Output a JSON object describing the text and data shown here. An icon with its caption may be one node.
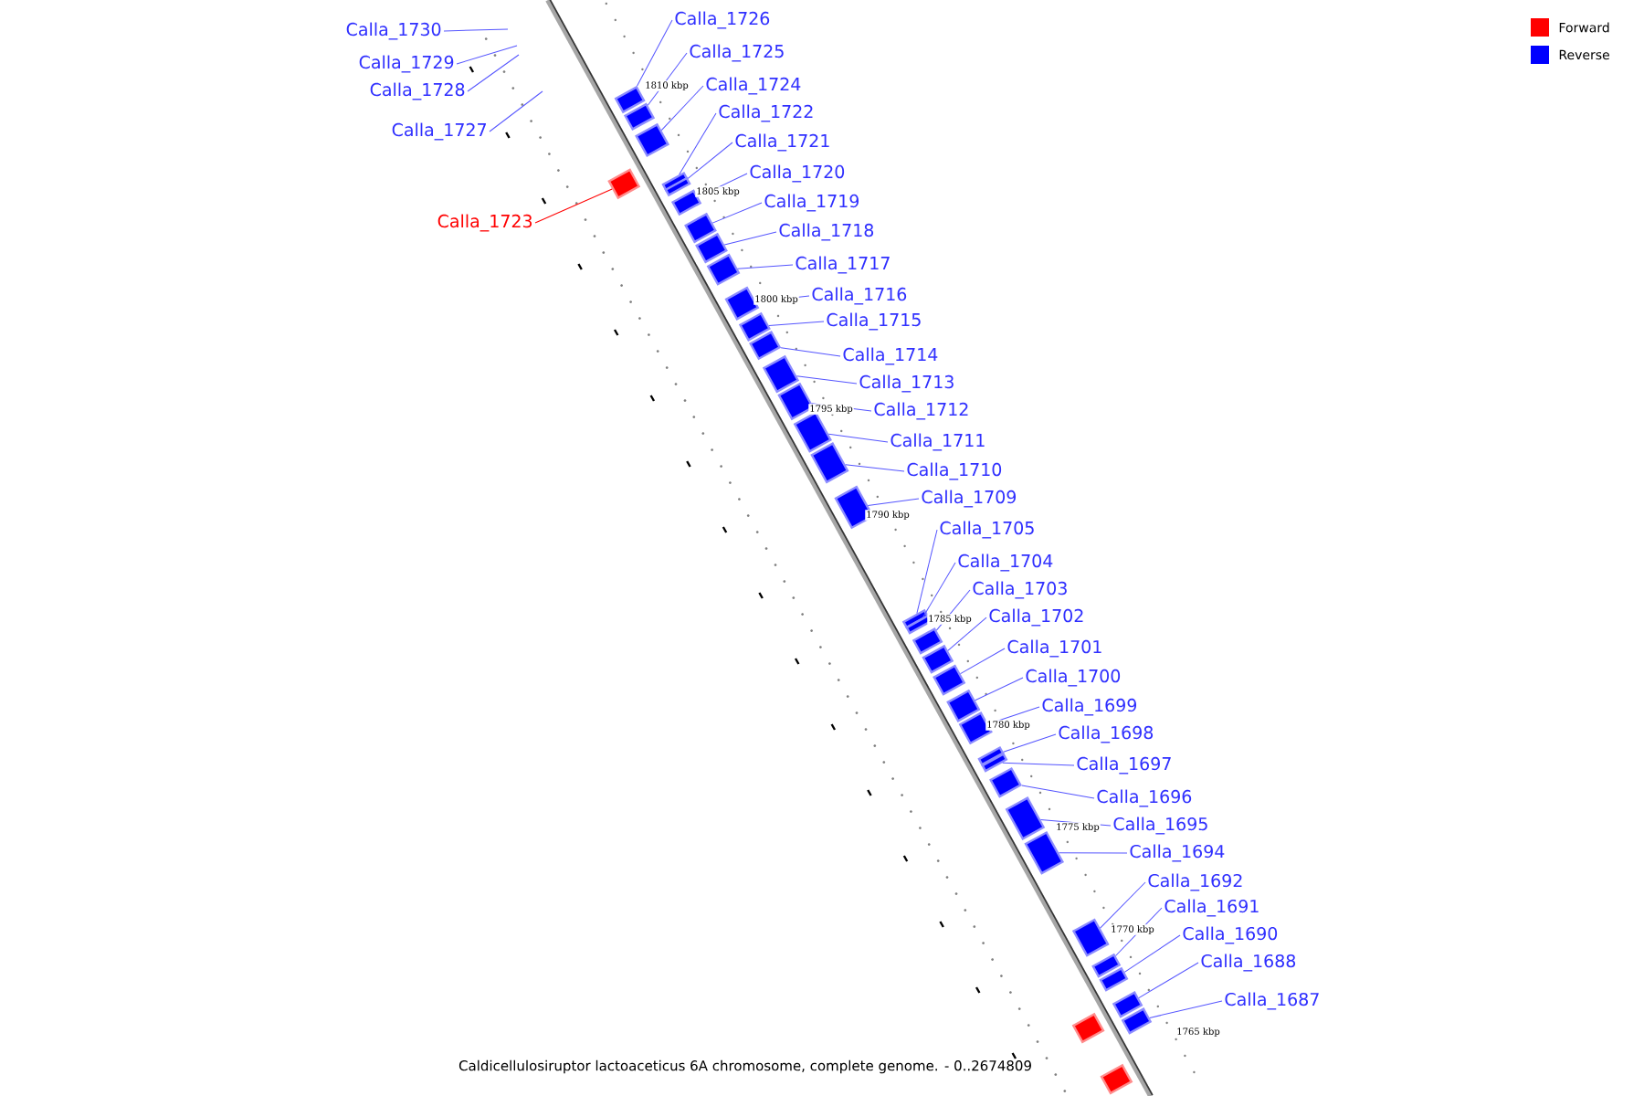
{
  "diagram": {
    "caption": "Caldicellulosiruptor lactoaceticus 6A chromosome, complete genome. - 0..2674809",
    "nodes": [
      {
        "text": [
          "Calla_1726"
        ]
      },
      {
        "text": [
          "Calla_1730"
        ]
      },
      {
        "text": [
          "Calla_1725"
        ]
      },
      {
        "text": [
          "Calla_1729"
        ]
      },
      {
        "text": [
          "Calla_1724"
        ]
      },
      {
        "text": [
          "Calla_1728"
        ]
      },
      {
        "text": [
          "Calla_1722"
        ]
      },
      {
        "text": [
          "Calla_1727"
        ]
      },
      {
        "text": [
          "Calla_1721"
        ]
      },
      {
        "text": [
          "Calla_1720"
        ]
      },
      {
        "text": [
          "Calla_1719"
        ]
      },
      {
        "text": [
          "Calla_1723"
        ]
      },
      {
        "text": [
          "Calla_1718"
        ]
      },
      {
        "text": [
          "Calla_1717"
        ]
      },
      {
        "text": [
          "Calla_1716"
        ]
      },
      {
        "text": [
          "Calla_1715"
        ]
      },
      {
        "text": [
          "Calla_1714"
        ]
      },
      {
        "text": [
          "Calla_1713"
        ]
      },
      {
        "text": [
          "Calla_1712"
        ]
      },
      {
        "text": [
          "Calla_1711"
        ]
      },
      {
        "text": [
          "Calla_1710"
        ]
      },
      {
        "text": [
          "Calla_1709"
        ]
      },
      {
        "text": [
          "Calla_1705"
        ]
      },
      {
        "text": [
          "Calla_1704"
        ]
      },
      {
        "text": [
          "Calla_1703"
        ]
      },
      {
        "text": [
          "Calla_1702"
        ]
      },
      {
        "text": [
          "Calla_1701"
        ]
      },
      {
        "text": [
          "Calla_1700"
        ]
      },
      {
        "text": [
          "Calla_1699"
        ]
      },
      {
        "text": [
          "Calla_1698"
        ]
      },
      {
        "text": [
          "Calla_1697"
        ]
      },
      {
        "text": [
          "Calla_1696"
        ]
      },
      {
        "text": [
          "Calla_1695"
        ]
      },
      {
        "text": [
          "Calla_1694"
        ]
      },
      {
        "text": [
          "Calla_1692"
        ]
      },
      {
        "text": [
          "Calla_1691"
        ]
      },
      {
        "text": [
          "Calla_1690"
        ]
      },
      {
        "text": [
          "Calla_1688"
        ]
      },
      {
        "text": [
          "Calla_1687"
        ]
      },
      {
        "text": [],
        "shape": "box"
      },
      {
        "text": [],
        "shape": "box"
      },
      {
        "text": [],
        "shape": "box"
      },
      {
        "text": [],
        "shape": "box"
      },
      {
        "text": [],
        "shape": "box"
      },
      {
        "text": [],
        "shape": "box"
      },
      {
        "text": [],
        "shape": "box"
      },
      {
        "text": [],
        "shape": "box"
      },
      {
        "text": [],
        "shape": "box"
      },
      {
        "text": [],
        "shape": "box"
      },
      {
        "text": [],
        "shape": "box"
      },
      {
        "text": [],
        "shape": "box"
      },
      {
        "text": [],
        "shape": "box"
      },
      {
        "text": [],
        "shape": "box"
      },
      {
        "text": [],
        "shape": "box"
      },
      {
        "text": [],
        "shape": "box"
      },
      {
        "text": [],
        "shape": "box"
      },
      {
        "text": [],
        "shape": "box"
      },
      {
        "text": [],
        "shape": "box"
      },
      {
        "text": [],
        "shape": "box"
      },
      {
        "text": [],
        "shape": "box"
      },
      {
        "text": [],
        "shape": "box"
      },
      {
        "text": [],
        "shape": "box"
      },
      {
        "text": [],
        "shape": "box"
      },
      {
        "text": [],
        "shape": "box"
      },
      {
        "text": [],
        "shape": "box"
      },
      {
        "text": [],
        "shape": "box"
      },
      {
        "text": [],
        "shape": "box"
      },
      {
        "text": [],
        "shape": "box"
      },
      {
        "text": [],
        "shape": "box"
      },
      {
        "text": [],
        "shape": "box"
      },
      {
        "text": [],
        "shape": "box"
      },
      {
        "text": [],
        "shape": "box"
      },
      {
        "text": [],
        "shape": "box"
      },
      {
        "text": [],
        "shape": "box"
      },
      {
        "text": [],
        "shape": "box"
      },
      {
        "text": [],
        "shape": "box"
      }
    ],
    "edges": [
      {
        "from": 0,
        "to": 39,
        "arrow": "none"
      },
      {
        "from": 1,
        "to": null,
        "arrow": "none"
      },
      {
        "from": 2,
        "to": 40,
        "arrow": "none"
      },
      {
        "from": 3,
        "to": null,
        "arrow": "none"
      },
      {
        "from": 4,
        "to": 41,
        "arrow": "none"
      },
      {
        "from": 5,
        "to": null,
        "arrow": "none"
      },
      {
        "from": 6,
        "to": 42,
        "arrow": "none"
      },
      {
        "from": 7,
        "to": null,
        "arrow": "none"
      },
      {
        "from": 8,
        "to": 43,
        "arrow": "none"
      },
      {
        "from": 9,
        "to": 44,
        "arrow": "none"
      },
      {
        "from": 10,
        "to": 45,
        "arrow": "none"
      },
      {
        "from": 11,
        "to": 46,
        "arrow": "none",
        "color": "#ff0000"
      },
      {
        "from": 12,
        "to": 47,
        "arrow": "none"
      },
      {
        "from": 13,
        "to": 48,
        "arrow": "none"
      },
      {
        "from": 14,
        "to": 49,
        "arrow": "none"
      },
      {
        "from": 15,
        "to": 50,
        "arrow": "none"
      },
      {
        "from": 16,
        "to": 51,
        "arrow": "none"
      },
      {
        "from": 17,
        "to": 52,
        "arrow": "none"
      },
      {
        "from": 18,
        "to": 53,
        "arrow": "none"
      },
      {
        "from": 19,
        "to": 54,
        "arrow": "none"
      },
      {
        "from": 20,
        "to": 55,
        "arrow": "none"
      },
      {
        "from": 21,
        "to": 56,
        "arrow": "none"
      },
      {
        "from": 22,
        "to": 57,
        "arrow": "none"
      },
      {
        "from": 23,
        "to": 58,
        "arrow": "none"
      },
      {
        "from": 24,
        "to": 59,
        "arrow": "none"
      },
      {
        "from": 25,
        "to": 60,
        "arrow": "none"
      },
      {
        "from": 26,
        "to": 61,
        "arrow": "none"
      },
      {
        "from": 27,
        "to": 62,
        "arrow": "none"
      },
      {
        "from": 28,
        "to": 63,
        "arrow": "none"
      },
      {
        "from": 29,
        "to": 64,
        "arrow": "none"
      },
      {
        "from": 30,
        "to": 65,
        "arrow": "none"
      },
      {
        "from": 31,
        "to": 66,
        "arrow": "none"
      },
      {
        "from": 32,
        "to": 67,
        "arrow": "none"
      },
      {
        "from": 33,
        "to": 68,
        "arrow": "none"
      },
      {
        "from": 34,
        "to": 69,
        "arrow": "none"
      },
      {
        "from": 35,
        "to": 70,
        "arrow": "none"
      },
      {
        "from": 36,
        "to": 71,
        "arrow": "none"
      },
      {
        "from": 37,
        "to": 72,
        "arrow": "none"
      },
      {
        "from": 38,
        "to": 73,
        "arrow": "none"
      }
    ],
    "labels": [
      "1810 kbp",
      "1805 kbp",
      "1800 kbp",
      "1795 kbp",
      "1790 kbp",
      "1785 kbp",
      "1780 kbp",
      "1775 kbp",
      "1770 kbp",
      "1765 kbp"
    ],
    "legend": [
      {
        "text": "Forward",
        "color": "#ff0000"
      },
      {
        "text": "Reverse",
        "color": "#0000ff"
      }
    ]
  }
}
